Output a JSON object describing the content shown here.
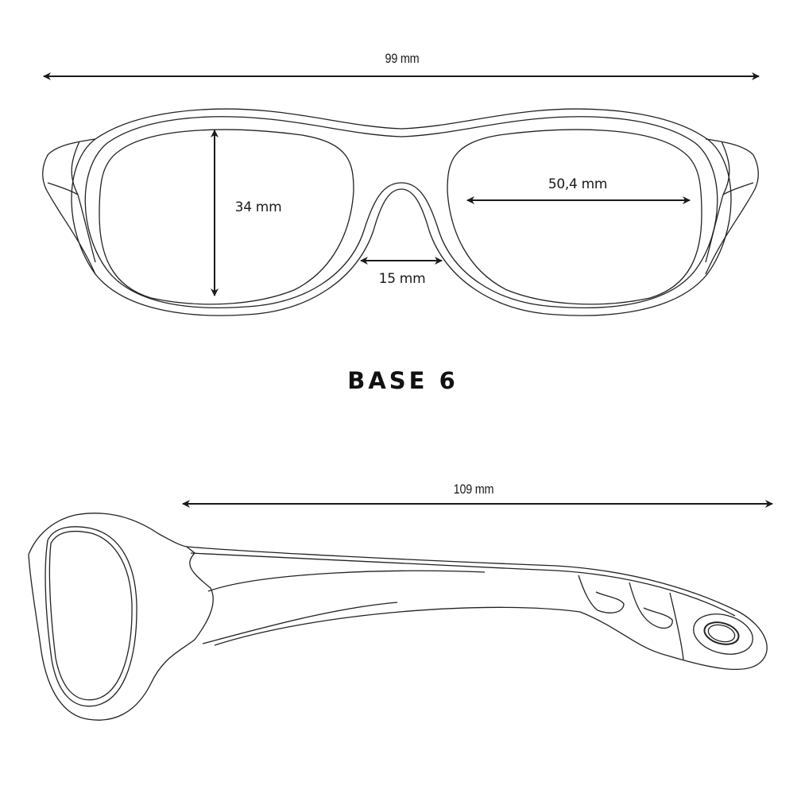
{
  "title": "BASE 6",
  "front_view": {
    "total_width": {
      "label": "99 mm",
      "value": 99,
      "unit": "mm"
    },
    "lens_height": {
      "label": "34 mm",
      "value": 34,
      "unit": "mm"
    },
    "lens_width": {
      "label": "50,4 mm",
      "value": 50.4,
      "unit": "mm"
    },
    "bridge_width": {
      "label": "15 mm",
      "value": 15,
      "unit": "mm"
    }
  },
  "side_view": {
    "temple_length": {
      "label": "109 mm",
      "value": 109,
      "unit": "mm"
    }
  },
  "colors": {
    "line": "#1a1a1a",
    "background": "#ffffff"
  }
}
